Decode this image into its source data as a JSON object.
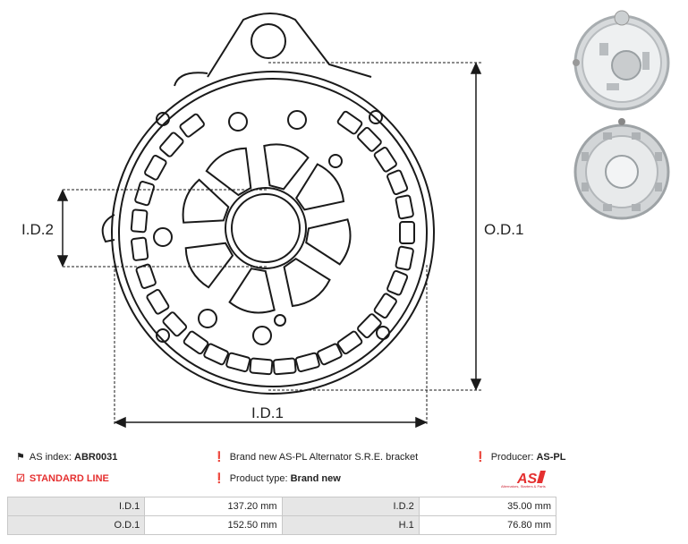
{
  "drawing": {
    "labels": {
      "id2": "I.D.2",
      "od1": "O.D.1",
      "id1": "I.D.1"
    }
  },
  "thumbnails": {
    "top": "bracket-front-photo",
    "bottom": "bracket-back-photo"
  },
  "info": {
    "as_index_label": "AS index:",
    "as_index_value": "ABR0031",
    "line": "STANDARD LINE",
    "description": "Brand new AS-PL Alternator S.R.E. bracket",
    "product_type_label": "Product type:",
    "product_type_value": "Brand new",
    "producer_label": "Producer:",
    "producer_value": "AS-PL"
  },
  "logo": {
    "mark": "AS",
    "tagline": "Alternators, Starters & Parts"
  },
  "colors": {
    "accent": "#e53030",
    "table_key_bg": "#e6e6e6",
    "table_border": "#c8c8c8"
  },
  "specs": [
    {
      "k1": "I.D.1",
      "v1": "137.20 mm",
      "k2": "I.D.2",
      "v2": "35.00 mm"
    },
    {
      "k1": "O.D.1",
      "v1": "152.50 mm",
      "k2": "H.1",
      "v2": "76.80 mm"
    }
  ]
}
